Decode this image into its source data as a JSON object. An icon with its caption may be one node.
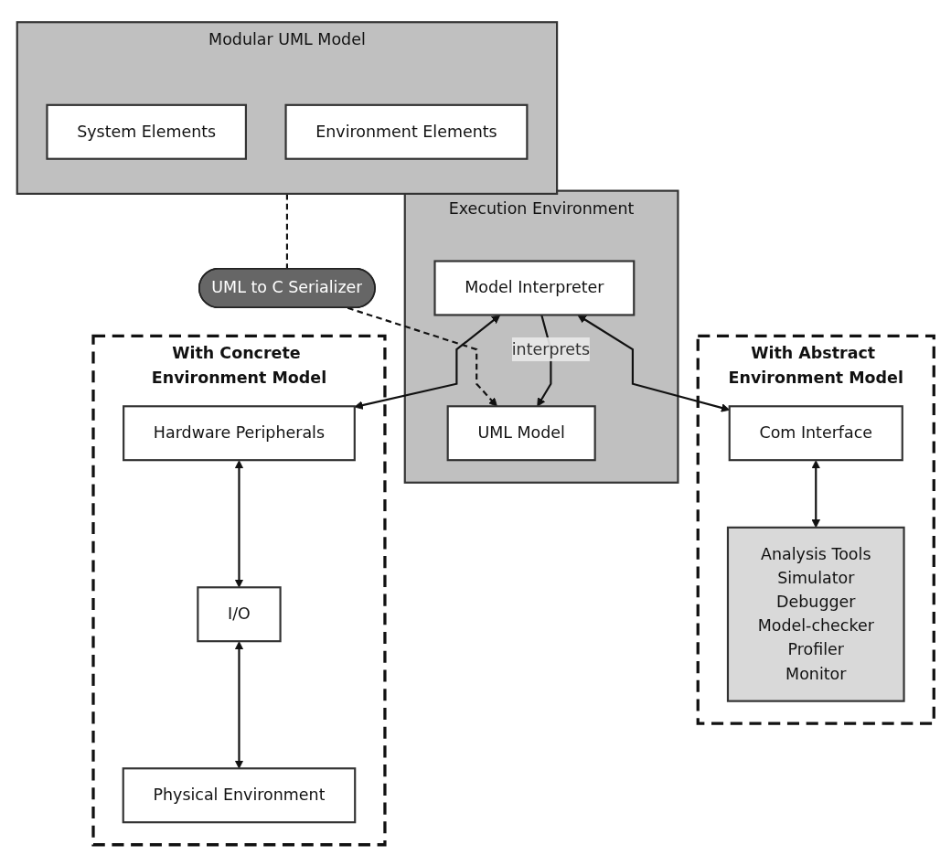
{
  "diagram": {
    "nodes": [
      {
        "text": [
          "Modular UML Model"
        ]
      },
      {
        "text": [
          "System Elements"
        ],
        "in": 0
      },
      {
        "text": [
          "Environment Elements"
        ],
        "in": 0
      },
      {
        "text": [
          "UML to C Serializer"
        ]
      },
      {
        "text": [
          "Execution Environment"
        ]
      },
      {
        "text": [
          "UML Model"
        ],
        "in": 4
      },
      {
        "text": [
          "Model Interpreter"
        ],
        "in": 4
      },
      {
        "text": [
          "With Abstract Environment Model"
        ]
      },
      {
        "text": [
          "Com Interface"
        ],
        "in": 7
      },
      {
        "text": [
          "Analysis Tools",
          "Simulator",
          "Debugger",
          "Model-checker",
          "Profiler",
          "Monitor"
        ],
        "in": 7
      },
      {
        "text": [
          "With Concrete Environment Model"
        ]
      },
      {
        "text": [
          "Hardware Peripherals"
        ],
        "in": 10
      },
      {
        "text": [
          "I/O"
        ],
        "in": 10
      },
      {
        "text": [
          "Physical Environment"
        ],
        "in": 10
      }
    ],
    "edges": [
      {
        "from": 0,
        "to": 3,
        "arrow": "none",
        "style": "dashed"
      },
      {
        "from": 3,
        "to": 5,
        "arrow": "to",
        "style": "dashed"
      },
      {
        "from": 6,
        "to": 5,
        "arrow": "to",
        "label": "interprets"
      },
      {
        "from": 6,
        "to": 8,
        "arrow": "both"
      },
      {
        "from": 8,
        "to": 9,
        "arrow": "both"
      },
      {
        "from": 6,
        "to": 11,
        "arrow": "both"
      },
      {
        "from": 11,
        "to": 12,
        "arrow": "both"
      },
      {
        "from": 12,
        "to": 13,
        "arrow": "both"
      }
    ]
  }
}
